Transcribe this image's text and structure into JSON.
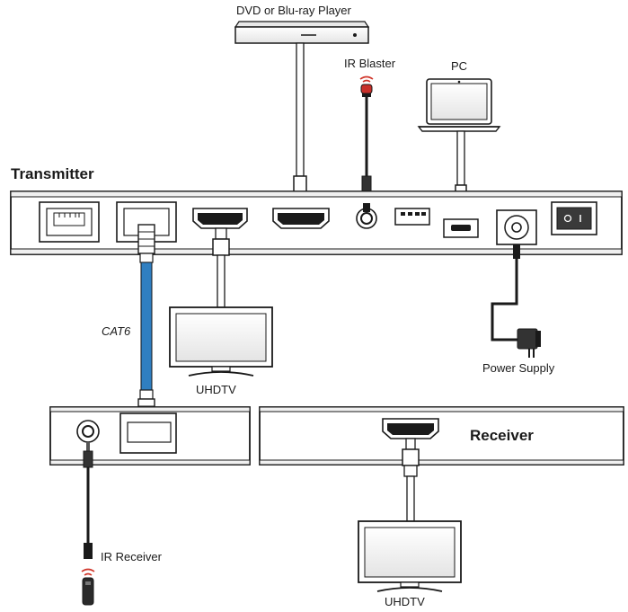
{
  "labels": {
    "dvd": "DVD or Blu-ray Player",
    "ir_blaster": "IR Blaster",
    "pc": "PC",
    "transmitter": "Transmitter",
    "cat6": "CAT6",
    "uhdtv_top": "UHDTV",
    "power_supply": "Power Supply",
    "receiver": "Receiver",
    "ir_receiver": "IR Receiver",
    "uhdtv_bottom": "UHDTV"
  },
  "colors": {
    "line": "#1a1a1a",
    "device_fill": "#f7f7f7",
    "cable_blue": "#2f7fc1",
    "ir_red": "#d0352a",
    "panel_dark": "#3a3a3a"
  }
}
